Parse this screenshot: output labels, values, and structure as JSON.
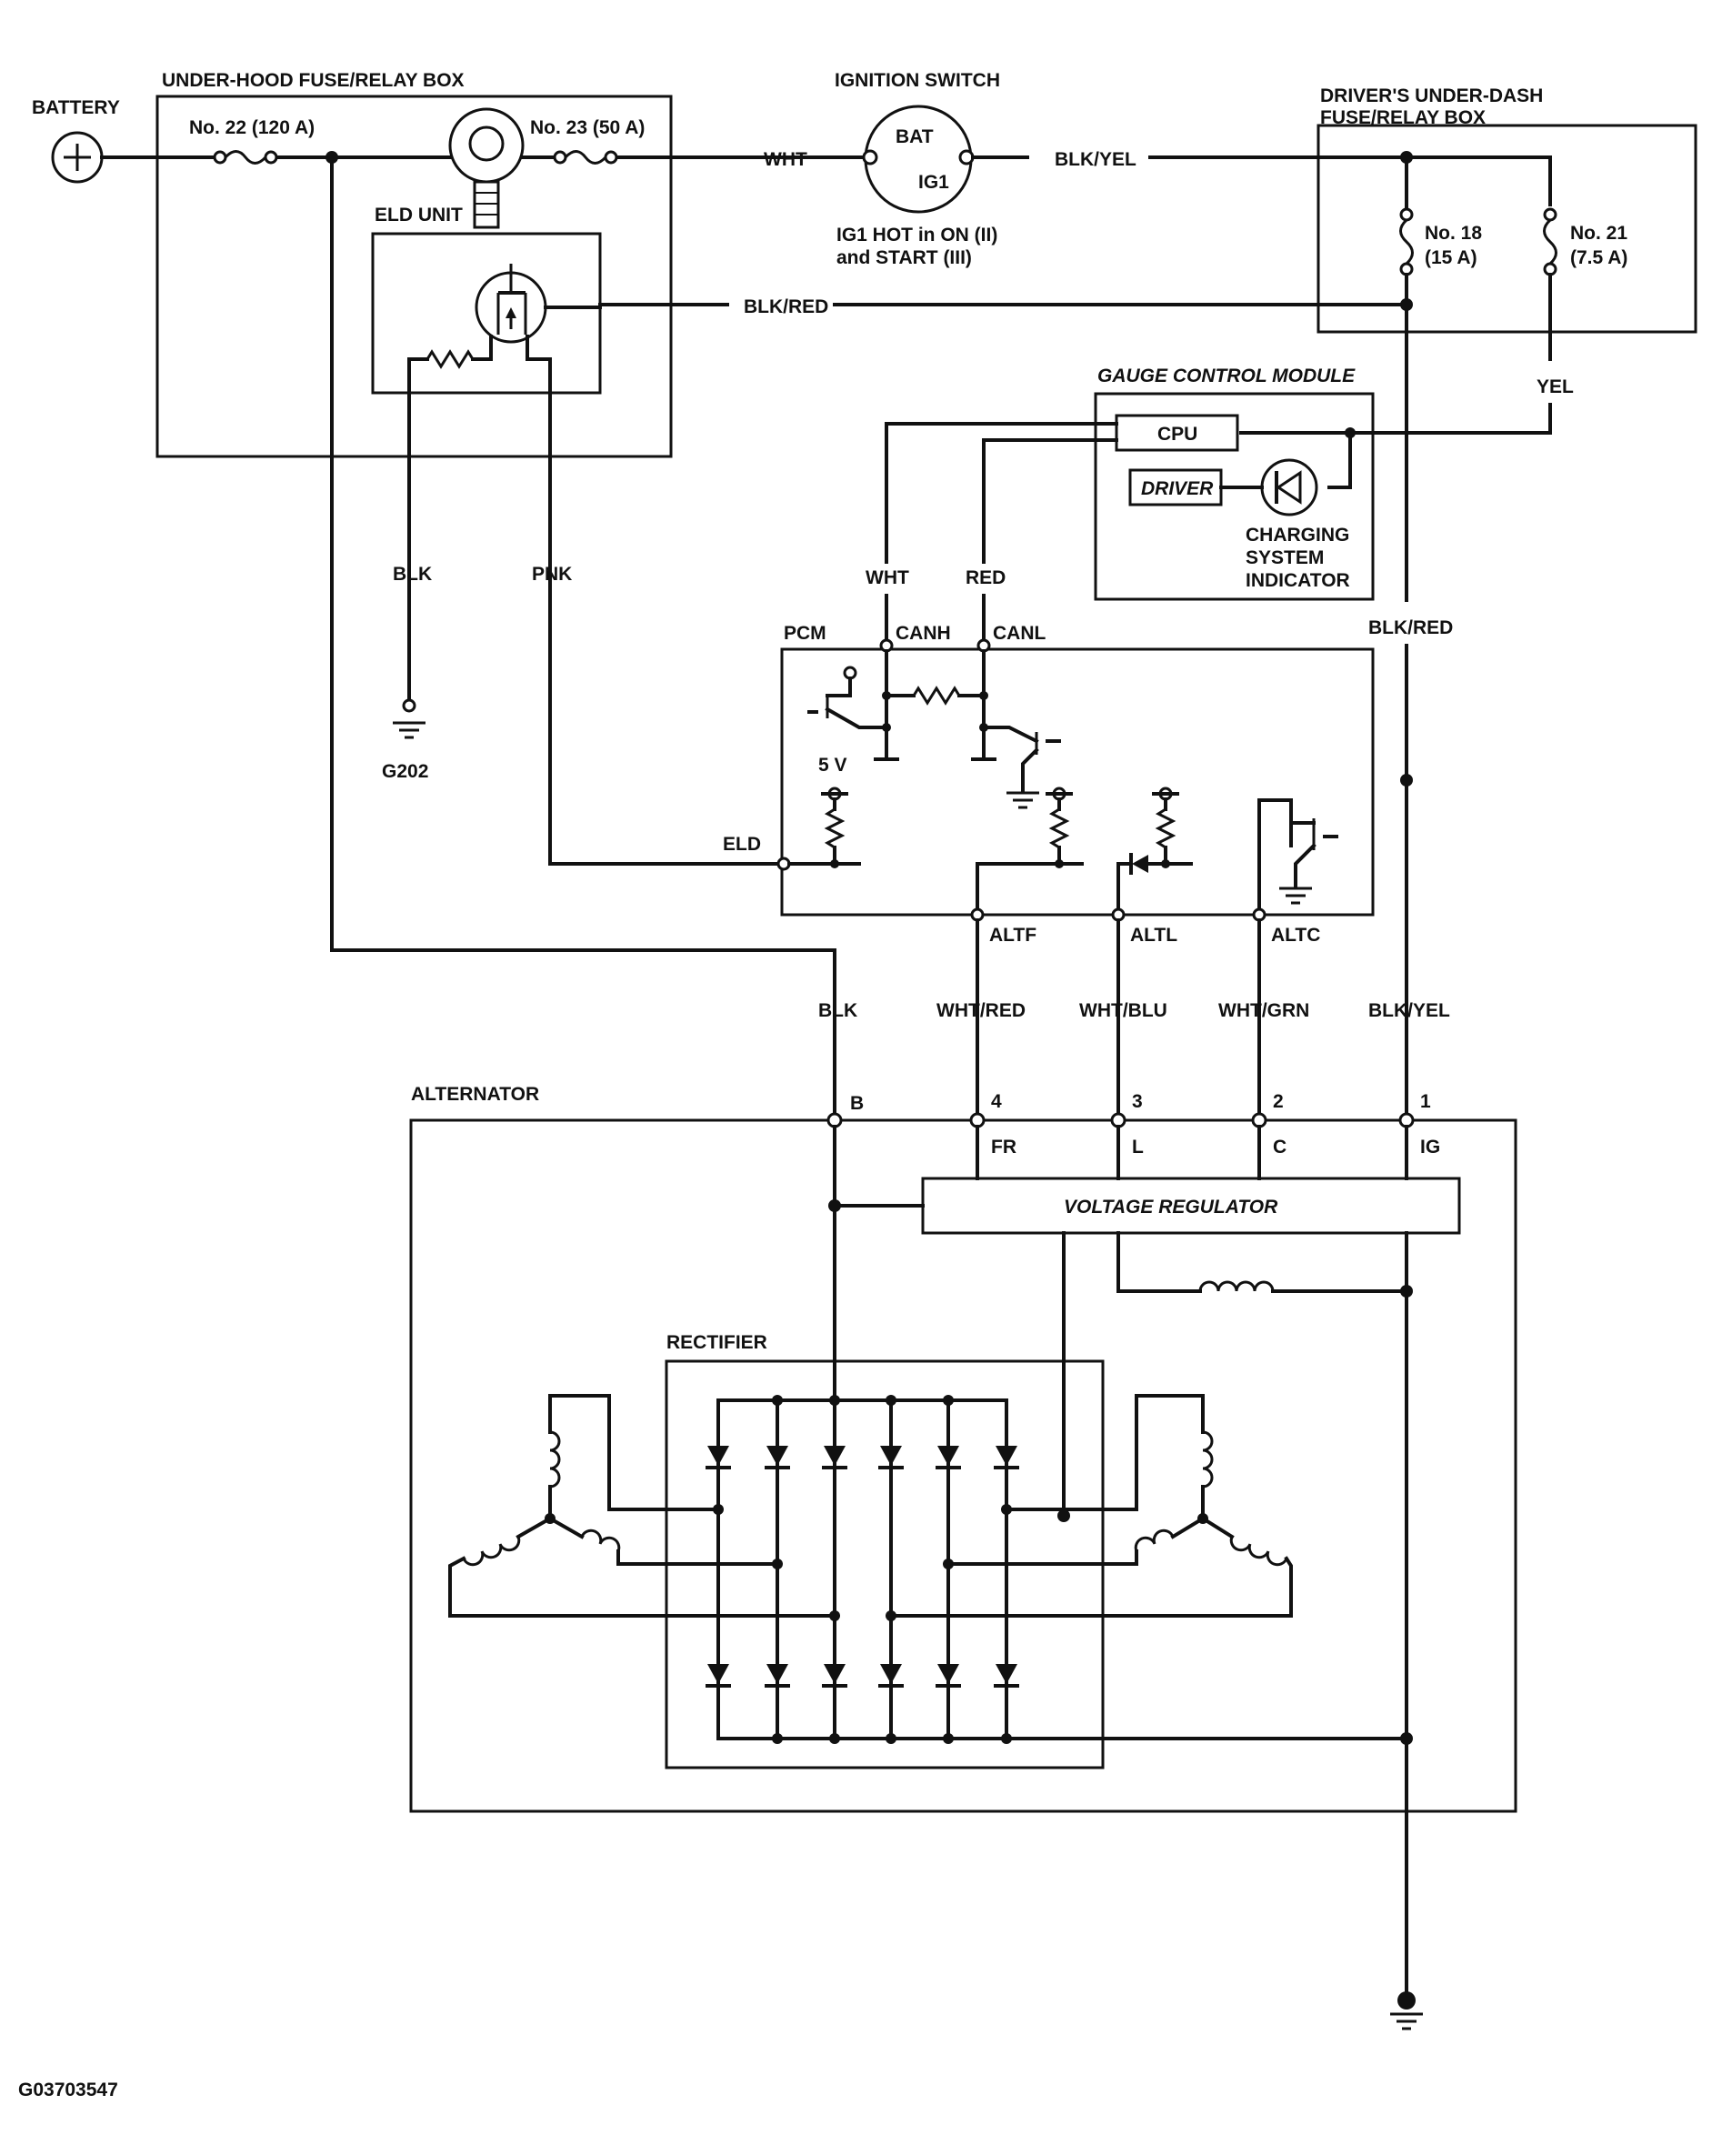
{
  "labels": {
    "battery": "BATTERY",
    "underhood_box": "UNDER-HOOD FUSE/RELAY BOX",
    "fuse22": "No. 22 (120 A)",
    "fuse23": "No. 23 (50 A)",
    "eld_unit": "ELD UNIT",
    "ignition_switch": "IGNITION SWITCH",
    "bat": "BAT",
    "ig1": "IG1",
    "ig1_note_1": "IG1 HOT in ON (II)",
    "ig1_note_2": "and START (III)",
    "drivers_box_1": "DRIVER'S UNDER-DASH",
    "drivers_box_2": "FUSE/RELAY BOX",
    "fuse18_a": "No. 18",
    "fuse18_b": "(15 A)",
    "fuse21_a": "No. 21",
    "fuse21_b": "(7.5 A)",
    "gcm": "GAUGE CONTROL MODULE",
    "cpu": "CPU",
    "driver": "DRIVER",
    "csi_1": "CHARGING",
    "csi_2": "SYSTEM",
    "csi_3": "INDICATOR",
    "pcm": "PCM",
    "canh": "CANH",
    "canl": "CANL",
    "five_v": "5 V",
    "eld": "ELD",
    "altf": "ALTF",
    "altl": "ALTL",
    "altc": "ALTC",
    "g202": "G202",
    "alternator": "ALTERNATOR",
    "voltage_regulator": "VOLTAGE REGULATOR",
    "rectifier": "RECTIFIER",
    "pin_b": "B",
    "pin_4": "4",
    "pin_3": "3",
    "pin_2": "2",
    "pin_1": "1",
    "term_fr": "FR",
    "term_l": "L",
    "term_c": "C",
    "term_ig": "IG",
    "figure_id": "G03703547"
  },
  "wires": {
    "wht_1": "WHT",
    "blk_yel_1": "BLK/YEL",
    "blk_red_1": "BLK/RED",
    "yel": "YEL",
    "blk_1": "BLK",
    "pnk": "PNK",
    "wht_2": "WHT",
    "red": "RED",
    "blk_red_2": "BLK/RED",
    "blk_2": "BLK",
    "wht_red": "WHT/RED",
    "wht_blu": "WHT/BLU",
    "wht_grn": "WHT/GRN",
    "blk_yel_2": "BLK/YEL"
  },
  "icons": [
    "battery-icon",
    "fuse-icon",
    "ground-icon",
    "diode-icon",
    "resistor-icon",
    "coil-icon",
    "transistor-icon"
  ],
  "colors": {
    "line": "#111111",
    "background": "#ffffff"
  }
}
